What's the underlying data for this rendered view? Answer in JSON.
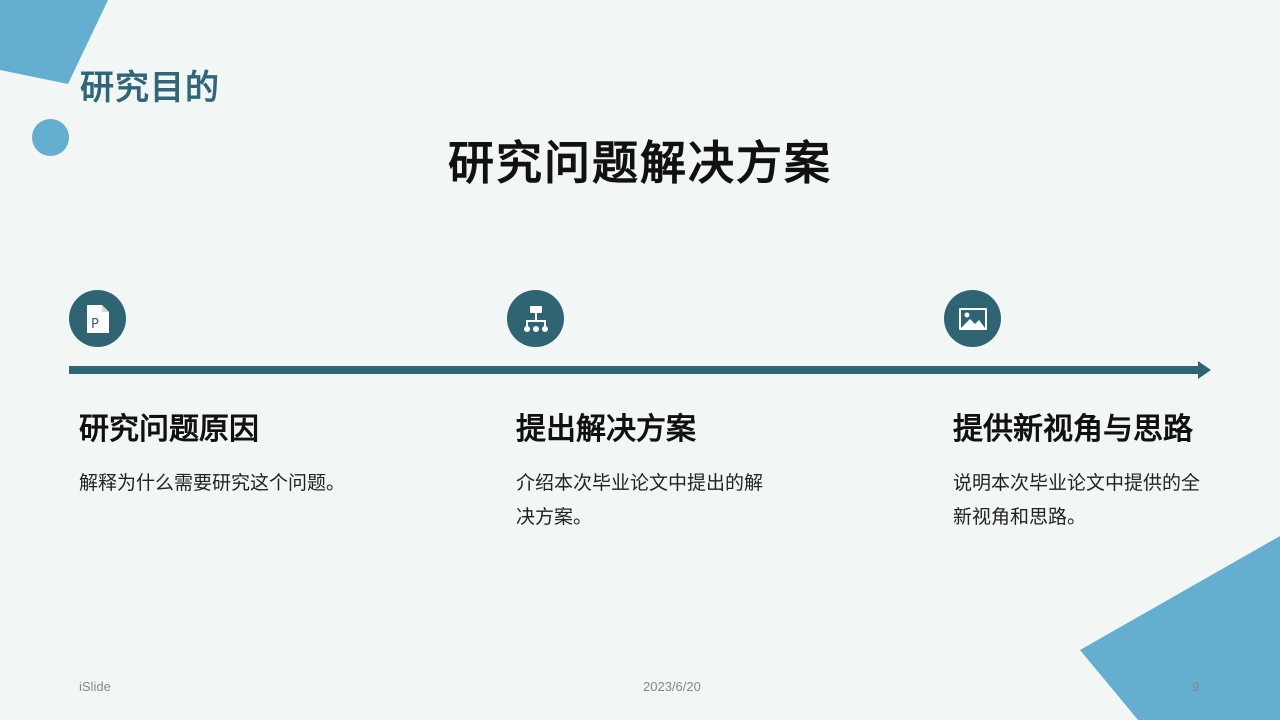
{
  "slide": {
    "section_label": "研究目的",
    "title": "研究问题解决方案"
  },
  "steps": [
    {
      "icon": "document-p-icon",
      "heading": "研究问题原因",
      "description": "解释为什么需要研究这个问题。"
    },
    {
      "icon": "org-chart-icon",
      "heading": "提出解决方案",
      "description": "介绍本次毕业论文中提出的解决方案。"
    },
    {
      "icon": "image-icon",
      "heading": "提供新视角与思路",
      "description": "说明本次毕业论文中提供的全新视角和思路。"
    }
  ],
  "footer": {
    "brand": "iSlide",
    "date": "2023/6/20",
    "page_number": "9"
  },
  "colors": {
    "background": "#f2f7f5",
    "accent_blue": "#64aed0",
    "dark_teal": "#2f6472",
    "label_teal": "#2f6778"
  }
}
